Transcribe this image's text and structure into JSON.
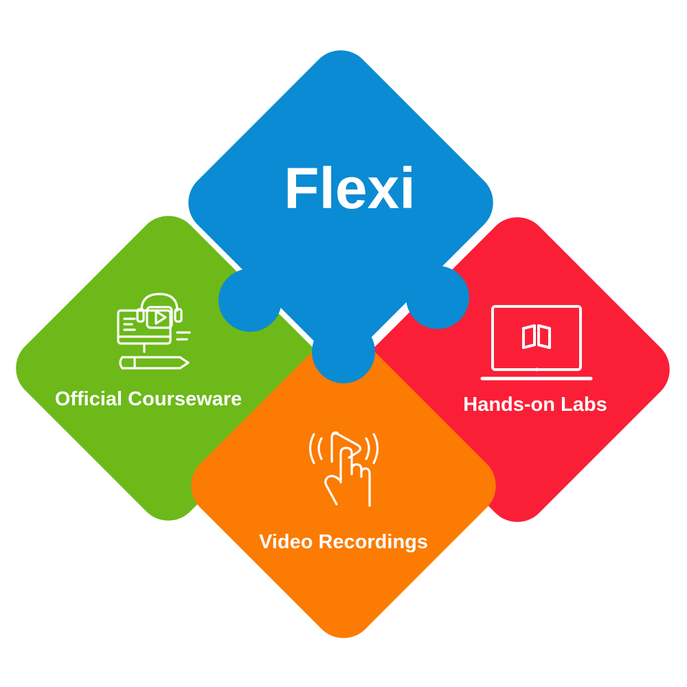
{
  "title": "Flexi",
  "colors": {
    "title_piece": "#0b8bd3",
    "courseware_piece": "#6cb919",
    "labs_piece": "#fa1f37",
    "video_piece": "#fb7b03",
    "text": "#ffffff"
  },
  "pieces": [
    {
      "label": "Official Courseware",
      "icon": "elearning-video-icon",
      "color": "#6cb919"
    },
    {
      "label": "Hands-on Labs",
      "icon": "laptop-book-icon",
      "color": "#fa1f37"
    },
    {
      "label": "Video Recordings",
      "icon": "touch-play-icon",
      "color": "#fb7b03"
    }
  ]
}
